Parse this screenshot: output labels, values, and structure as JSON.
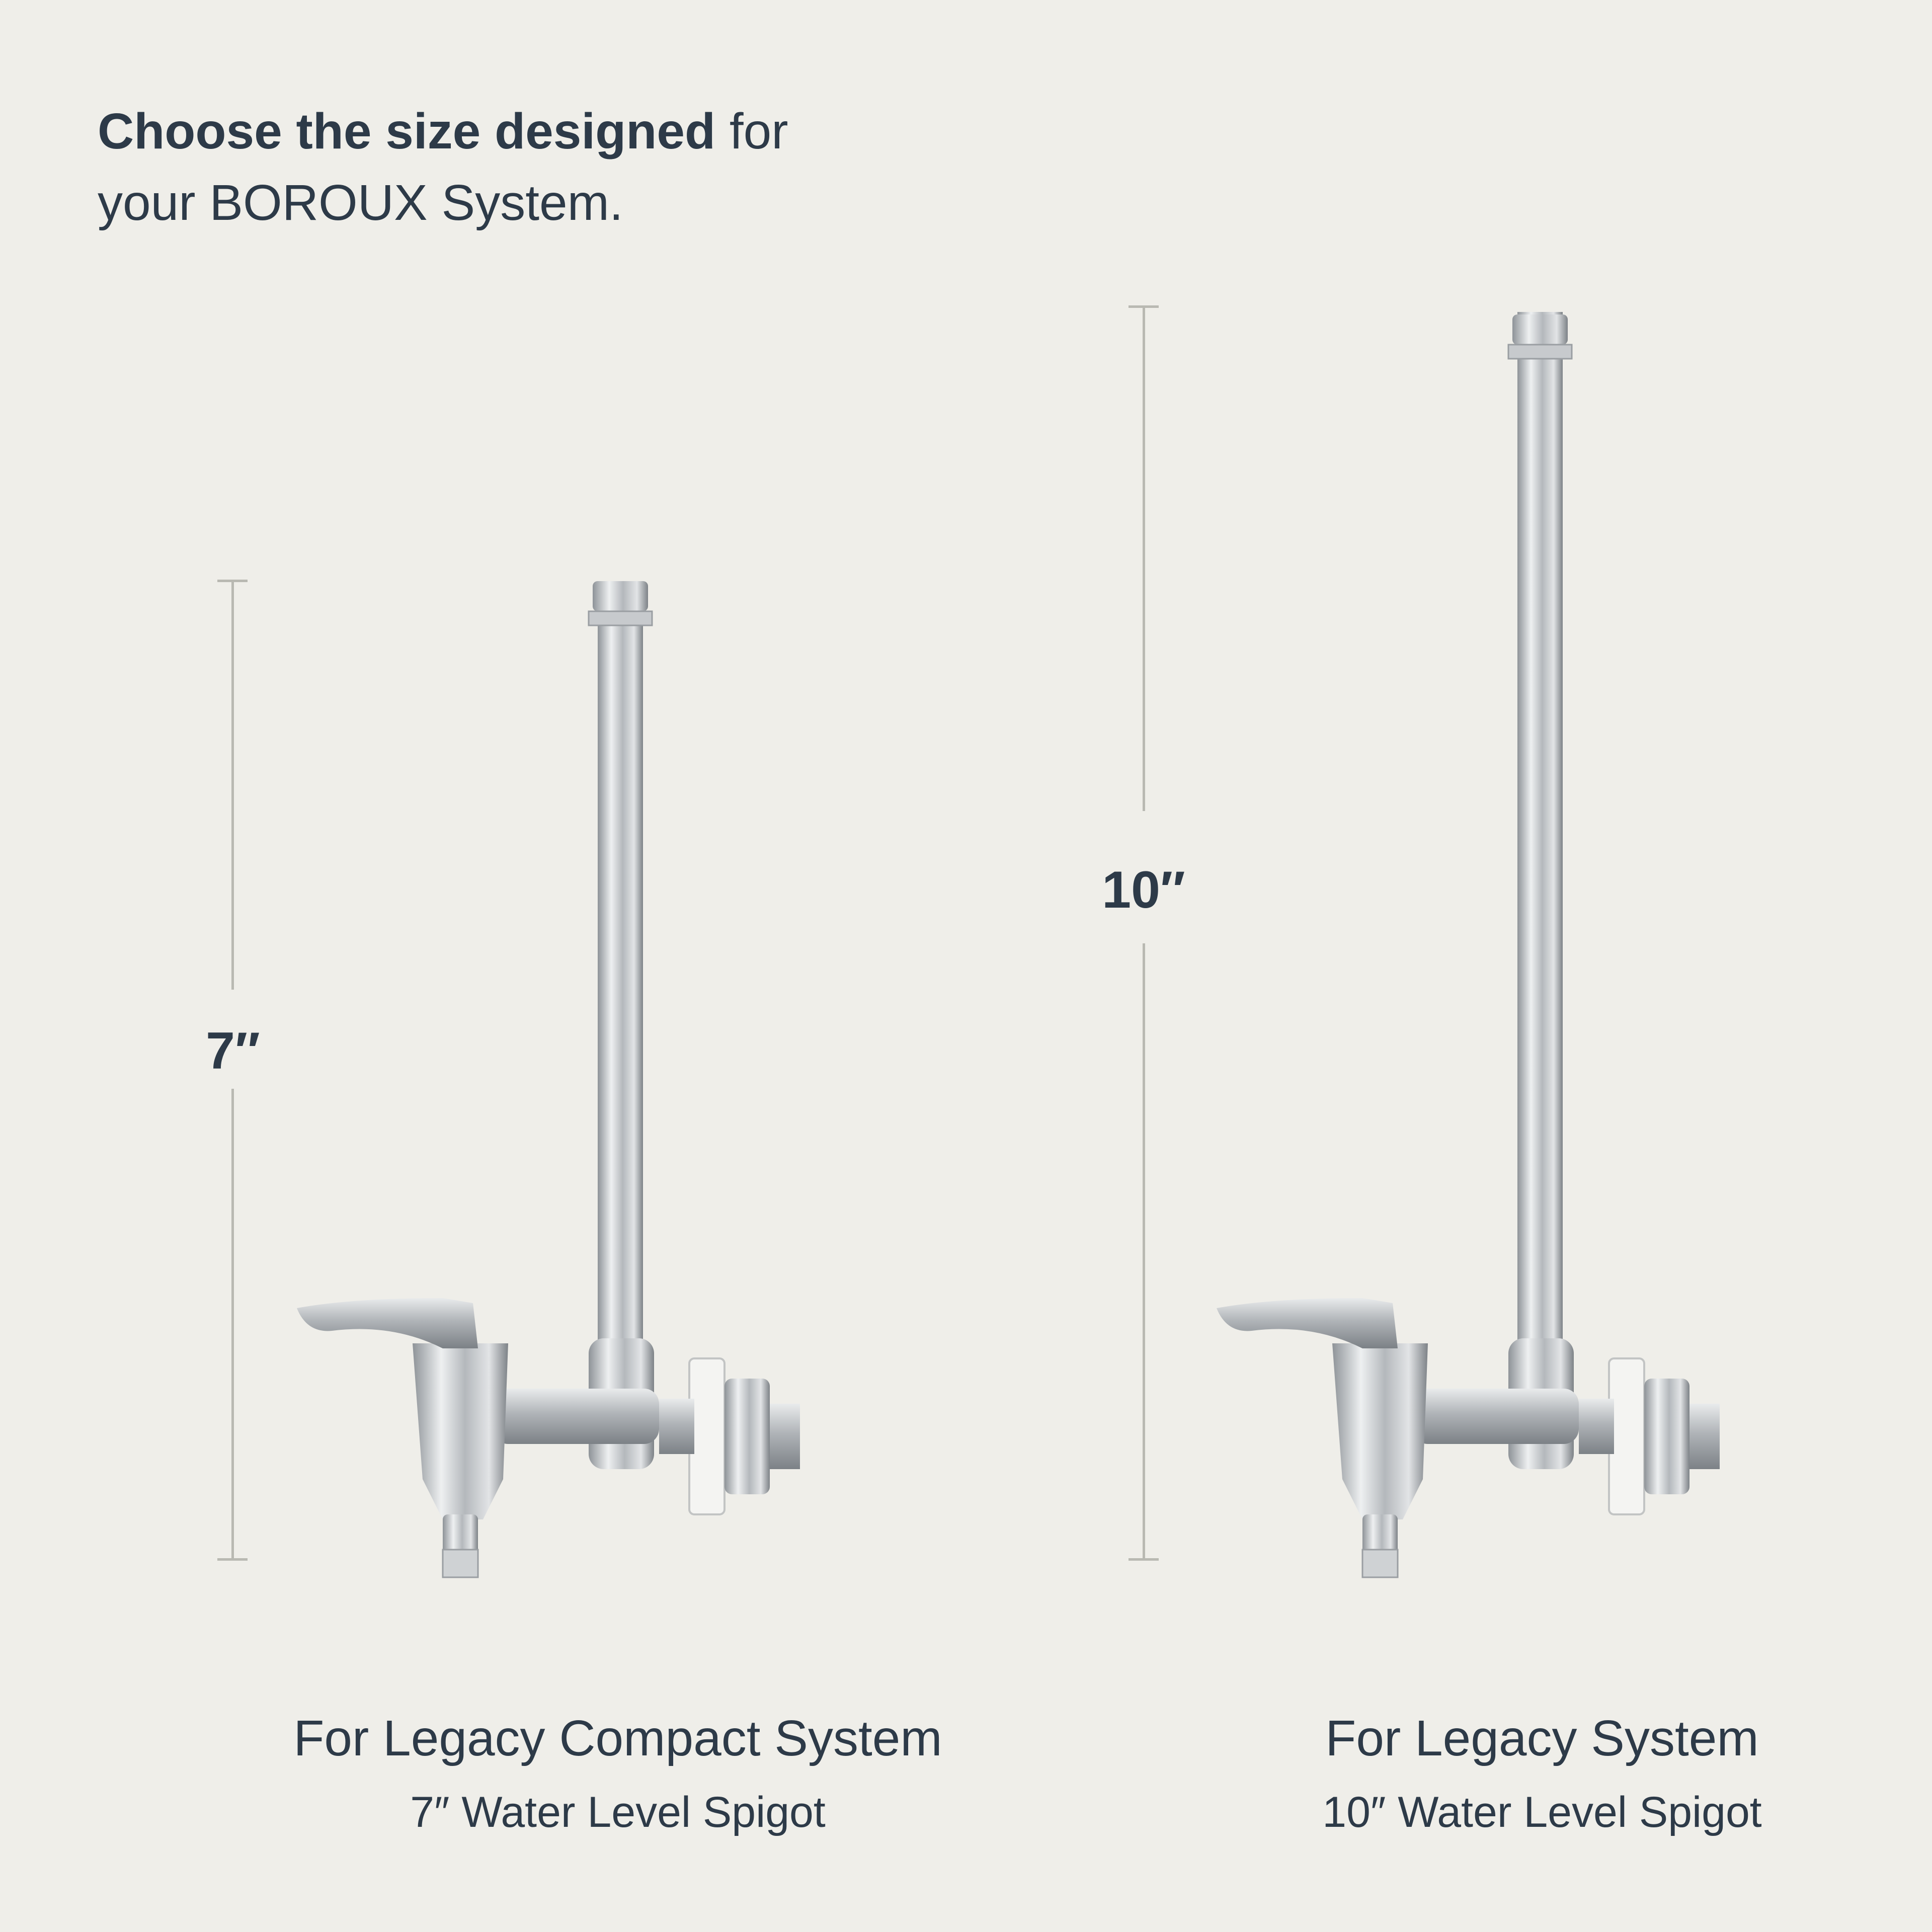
{
  "headline": {
    "bold": "Choose the size designed",
    "rest_line1": " for",
    "line2": "your BOROUX System."
  },
  "left": {
    "dimension": "7″",
    "caption_title": "For Legacy Compact System",
    "caption_sub": "7″ Water Level Spigot"
  },
  "right": {
    "dimension": "10″",
    "caption_title": "For Legacy System",
    "caption_sub": "10″ Water Level Spigot"
  },
  "colors": {
    "background": "#efeee9",
    "text": "#2d3a48",
    "dimension_line": "#b9b9b2",
    "metal": "#c9cccf"
  }
}
